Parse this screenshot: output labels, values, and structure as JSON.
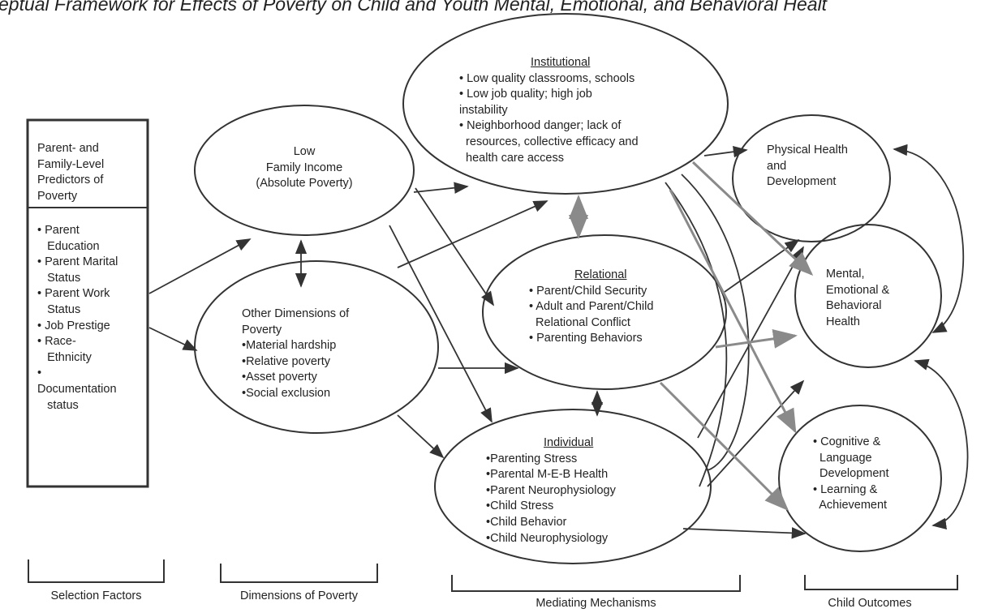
{
  "title": "eptual Framework for Effects of Poverty on Child and Youth Mental, Emotional, and Behavioral Healt",
  "selection_box": {
    "heading": [
      "Parent- and",
      "Family-Level",
      "Predictors of",
      "Poverty"
    ],
    "items": [
      "• Parent",
      "   Education",
      "• Parent Marital",
      "   Status",
      "• Parent Work",
      "   Status",
      "• Job Prestige",
      "• Race-",
      "   Ethnicity",
      "•",
      "Documentation",
      "   status"
    ]
  },
  "low_income": {
    "lines": [
      "Low",
      "Family Income",
      "(Absolute Poverty)"
    ]
  },
  "other_dimensions": {
    "lines": [
      "Other Dimensions of",
      "Poverty",
      "•Material hardship",
      "•Relative poverty",
      "•Asset poverty",
      "•Social exclusion"
    ]
  },
  "institutional": {
    "heading": "Institutional",
    "lines": [
      "• Low quality classrooms, schools",
      "• Low job quality; high job",
      "instability",
      "• Neighborhood danger; lack of",
      "  resources, collective efficacy and",
      "  health care access"
    ]
  },
  "relational": {
    "heading": "Relational",
    "lines": [
      "• Parent/Child Security",
      "• Adult and Parent/Child",
      "  Relational Conflict",
      "• Parenting Behaviors"
    ]
  },
  "individual": {
    "heading": "Individual",
    "lines": [
      "•Parenting Stress",
      "•Parental M-E-B Health",
      "•Parent Neurophysiology",
      "•Child Stress",
      "•Child Behavior",
      "•Child Neurophysiology"
    ]
  },
  "physical": {
    "lines": [
      "Physical Health",
      "and",
      "Development"
    ]
  },
  "mental": {
    "lines": [
      "Mental,",
      "Emotional &",
      "Behavioral",
      "Health"
    ]
  },
  "cognitive": {
    "lines": [
      "• Cognitive &",
      "  Language",
      "  Development",
      "• Learning &",
      "  Achievement"
    ]
  },
  "brackets": [
    "Selection Factors",
    "Dimensions of Poverty",
    "Mediating Mechanisms",
    "Child Outcomes"
  ],
  "colors": {
    "line": "#333333",
    "gray_arrow": "#8a8a8a"
  }
}
